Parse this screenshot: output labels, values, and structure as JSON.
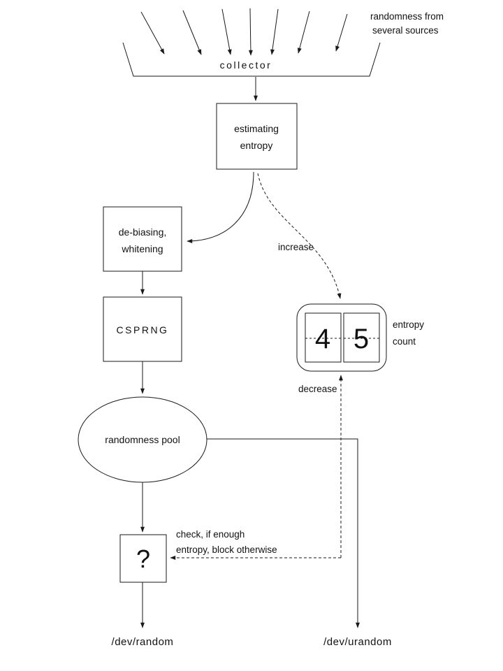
{
  "diagram": {
    "sources": {
      "line1": "randomness from",
      "line2": "several sources"
    },
    "collector": {
      "label": "collector"
    },
    "estimating": {
      "line1": "estimating",
      "line2": "entropy"
    },
    "increase_label": "increase",
    "debias": {
      "line1": "de-biasing,",
      "line2": "whitening"
    },
    "csprng": {
      "label": "CSPRNG"
    },
    "pool": {
      "label": "randomness pool"
    },
    "counter": {
      "digit_left": "4",
      "digit_right": "5",
      "caption_line1": "entropy",
      "caption_line2": "count"
    },
    "decrease_label": "decrease",
    "check": {
      "line1": "check, if enough",
      "line2": "entropy, block otherwise"
    },
    "question": {
      "label": "?"
    },
    "outputs": {
      "dev_random": "/dev/random",
      "dev_urandom": "/dev/urandom"
    },
    "colors": {
      "stroke": "#1a1a1a",
      "background": "#ffffff",
      "text": "#111111"
    }
  }
}
